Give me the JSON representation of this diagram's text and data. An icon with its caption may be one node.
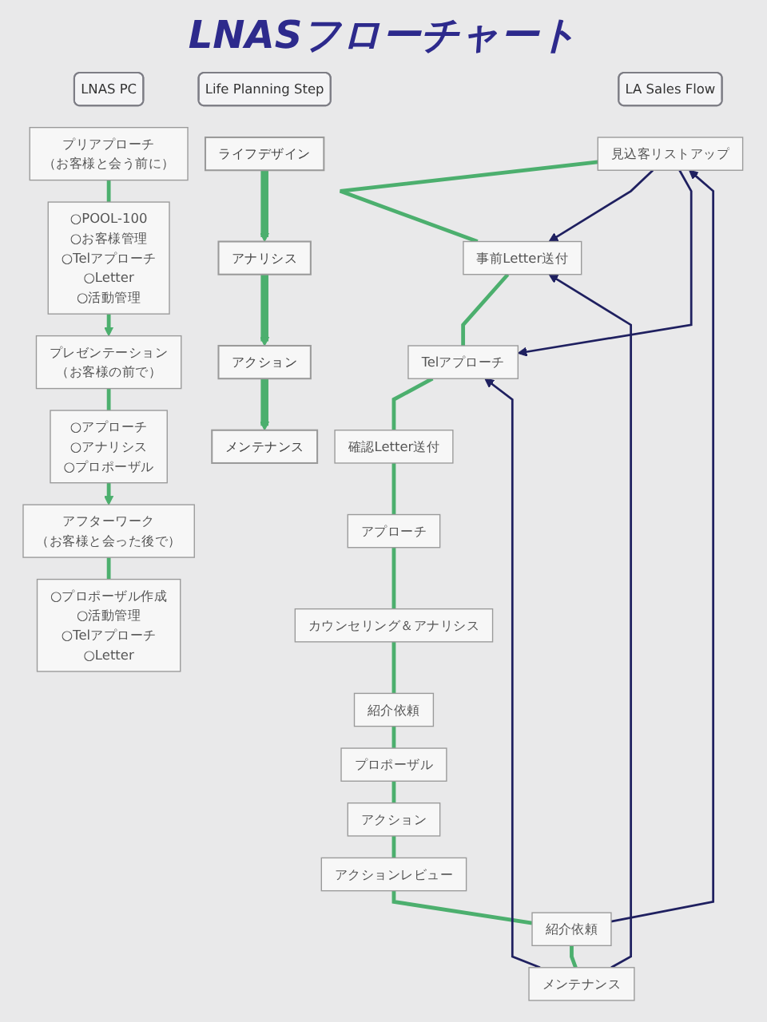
{
  "diagram": {
    "title": "LNASフローチャート",
    "nodes": [
      {
        "text": [
          "LA Sales Flow"
        ]
      },
      {
        "text": [
          "見込客リストアップ"
        ]
      },
      {
        "text": [
          "事前Letter送付"
        ]
      },
      {
        "text": [
          "Telアプローチ"
        ]
      },
      {
        "text": [
          "確認Letter送付"
        ]
      },
      {
        "text": [
          "アプローチ"
        ]
      },
      {
        "text": [
          "カウンセリング＆アナリシス"
        ]
      },
      {
        "text": [
          "紹介依頼"
        ]
      },
      {
        "text": [
          "プロポーザル"
        ]
      },
      {
        "text": [
          "アクション"
        ]
      },
      {
        "text": [
          "アクションレビュー"
        ]
      },
      {
        "text": [
          "紹介依頼"
        ]
      },
      {
        "text": [
          "メンテナンス"
        ]
      },
      {
        "text": [
          "LNAS PC"
        ]
      },
      {
        "text": [
          "プリアプローチ",
          "（お客様と会う前に）"
        ]
      },
      {
        "text": [
          "○POOL-100",
          "○お客様管理",
          "○Telアプローチ",
          "○Letter",
          "○活動管理"
        ]
      },
      {
        "text": [
          "プレゼンテーション",
          "（お客様の前で）"
        ]
      },
      {
        "text": [
          "○アプローチ",
          "○アナリシス",
          "○プロポーザル"
        ]
      },
      {
        "text": [
          "アフターワーク",
          "（お客様と会った後で）"
        ]
      },
      {
        "text": [
          "○プロポーザル作成",
          "○活動管理",
          "○Telアプローチ",
          "○Letter"
        ]
      },
      {
        "text": [
          "Life Planning Step"
        ]
      },
      {
        "text": [
          "ライフデザイン"
        ]
      },
      {
        "text": [
          "アナリシス"
        ]
      },
      {
        "text": [
          "アクション"
        ]
      },
      {
        "text": [
          "メンテナンス"
        ]
      }
    ],
    "edges": [
      {
        "from": 1,
        "to": 2,
        "arrow": "none"
      },
      {
        "from": 2,
        "to": 3,
        "arrow": "none"
      },
      {
        "from": 3,
        "to": 4,
        "arrow": "none"
      },
      {
        "from": 4,
        "to": 5,
        "arrow": "none"
      },
      {
        "from": 5,
        "to": 6,
        "arrow": "none"
      },
      {
        "from": 6,
        "to": 7,
        "arrow": "none"
      },
      {
        "from": 7,
        "to": 8,
        "arrow": "none"
      },
      {
        "from": 8,
        "to": 9,
        "arrow": "none"
      },
      {
        "from": 9,
        "to": 10,
        "arrow": "none"
      },
      {
        "from": 10,
        "to": 11,
        "arrow": "none"
      },
      {
        "from": 11,
        "to": 12,
        "arrow": "none"
      },
      {
        "from": 11,
        "to": 1,
        "arrow": "to",
        "color": "#1f2060"
      },
      {
        "from": 1,
        "to": 2,
        "arrow": "to",
        "color": "#1f2060"
      },
      {
        "from": 1,
        "to": 3,
        "arrow": "to",
        "color": "#1f2060"
      },
      {
        "from": 12,
        "to": 2,
        "arrow": "to",
        "color": "#1f2060"
      },
      {
        "from": 12,
        "to": 3,
        "arrow": "to",
        "color": "#1f2060"
      },
      {
        "from": 14,
        "to": 15,
        "arrow": "none"
      },
      {
        "from": 15,
        "to": 16,
        "arrow": "to"
      },
      {
        "from": 16,
        "to": 17,
        "arrow": "none"
      },
      {
        "from": 17,
        "to": 18,
        "arrow": "to"
      },
      {
        "from": 18,
        "to": 19,
        "arrow": "none"
      },
      {
        "from": 21,
        "to": 22,
        "arrow": "to",
        "style": "thick"
      },
      {
        "from": 22,
        "to": 23,
        "arrow": "to",
        "style": "thick"
      },
      {
        "from": 23,
        "to": 24,
        "arrow": "to",
        "style": "thick"
      }
    ]
  }
}
